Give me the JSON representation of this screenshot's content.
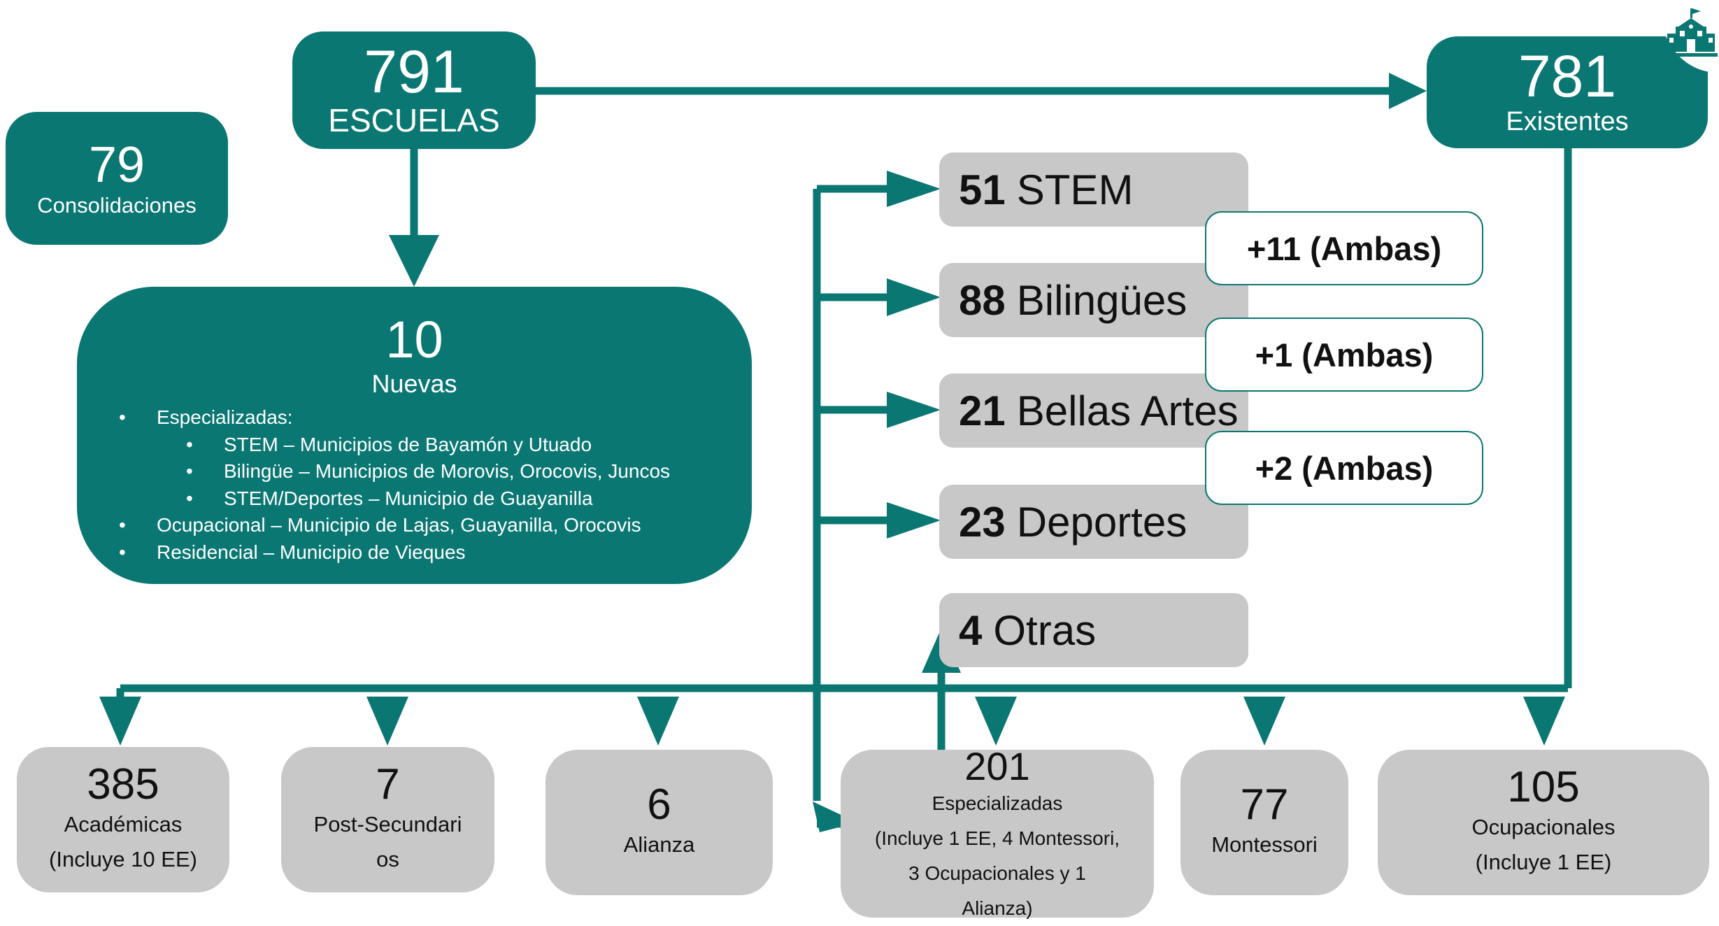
{
  "colors": {
    "teal": "#0a7773",
    "grey": "#c8c8c8",
    "text_dark": "#111111"
  },
  "total": {
    "number": "791",
    "label": "ESCUELAS"
  },
  "existing": {
    "number": "781",
    "label": "Existentes"
  },
  "consolidations": {
    "number": "79",
    "label": "Consolidaciones"
  },
  "new_schools": {
    "number": "10",
    "label": "Nuevas",
    "items": [
      "Especializadas:",
      "STEM – Municipios de Bayamón y Utuado",
      "Bilingüe – Municipios de Morovis, Orocovis, Juncos",
      "STEM/Deportes – Municipio de Guayanilla",
      "Ocupacional – Municipio de Lajas, Guayanilla, Orocovis",
      "Residencial – Municipio de Vieques"
    ]
  },
  "specializations": [
    {
      "count": "51",
      "name": "STEM"
    },
    {
      "count": "88",
      "name": "Bilingües"
    },
    {
      "count": "21",
      "name": "Bellas Artes"
    },
    {
      "count": "23",
      "name": "Deportes"
    },
    {
      "count": "4",
      "name": "Otras"
    }
  ],
  "overlaps": [
    "+11 (Ambas)",
    "+1 (Ambas)",
    "+2 (Ambas)"
  ],
  "categories": [
    {
      "number": "385",
      "line1": "Académicas",
      "line2": "(Incluye 10 EE)"
    },
    {
      "number": "7",
      "line1": "Post-Secundari",
      "line2": "os"
    },
    {
      "number": "6",
      "line1": "Alianza"
    },
    {
      "number": "201",
      "line1": "Especializadas",
      "line2": "(Incluye 1 EE, 4 Montessori,",
      "line3": "3 Ocupacionales y 1",
      "line4": "Alianza)"
    },
    {
      "number": "77",
      "line1": "Montessori"
    },
    {
      "number": "105",
      "line1": "Ocupacionales",
      "line2": "(Incluye 1 EE)"
    }
  ],
  "icon": "school-building-icon"
}
